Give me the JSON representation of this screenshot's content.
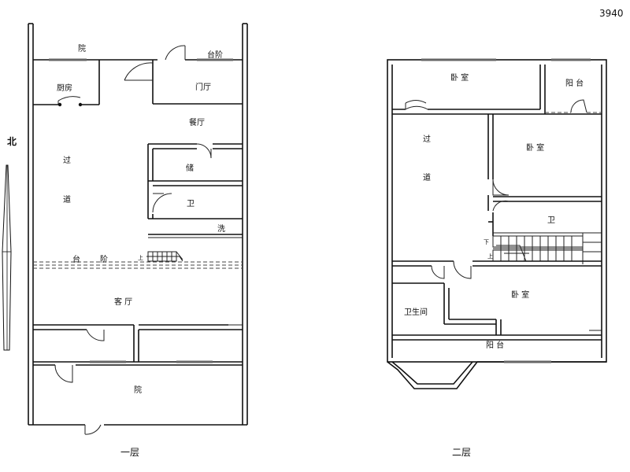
{
  "corner_number": "3940",
  "north_label": "北",
  "floor1": {
    "caption": "一层",
    "rooms": {
      "yard_top": "院",
      "step_top": "台阶",
      "kitchen": "厨房",
      "foyer": "门厅",
      "dining": "餐厅",
      "corridor_1": "过",
      "corridor_2": "道",
      "storage": "储",
      "bath": "卫",
      "wash": "洗",
      "step_mid_1": "台",
      "step_mid_2": "阶",
      "stair_up": "上",
      "living": "客 厅",
      "yard_bottom": "院"
    }
  },
  "floor2": {
    "caption": "二层",
    "rooms": {
      "bedroom_top": "卧 室",
      "balcony_top": "阳 台",
      "corridor_1": "过",
      "corridor_2": "道",
      "bedroom_mid": "卧 室",
      "bath": "卫",
      "stair_down": "下",
      "stair_up": "上",
      "bedroom_bottom": "卧 室",
      "bathroom": "卫生间",
      "balcony_bottom": "阳 台"
    }
  }
}
